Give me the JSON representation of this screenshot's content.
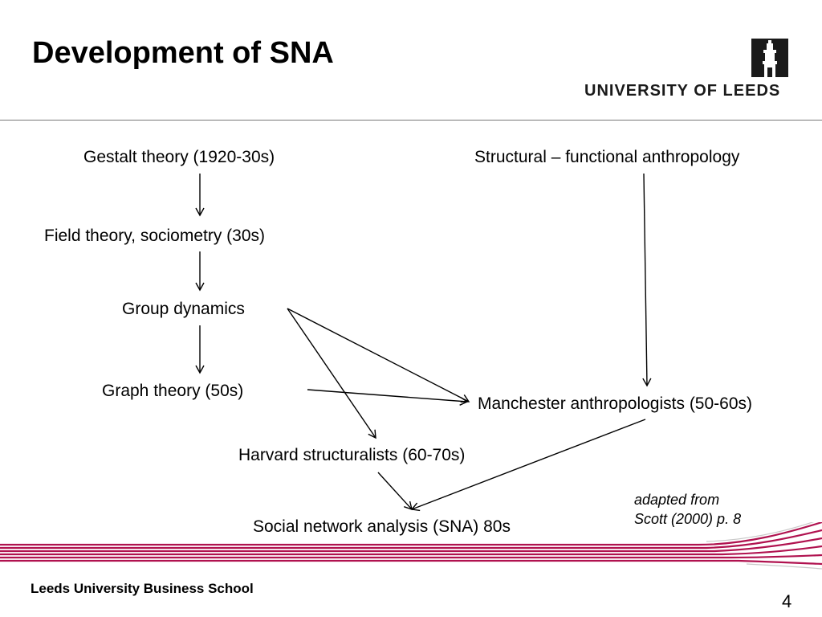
{
  "slide": {
    "title": "Development of SNA",
    "logo_text": "UNIVERSITY OF LEEDS",
    "footer": "Leeds University Business School",
    "page_number": "4"
  },
  "diagram": {
    "nodes": {
      "gestalt": "Gestalt theory (1920-30s)",
      "structural": "Structural – functional anthropology",
      "field": "Field theory, sociometry (30s)",
      "group": "Group dynamics",
      "graph": "Graph theory (50s)",
      "manchester": "Manchester anthropologists (50-60s)",
      "harvard": "Harvard structuralists (60-70s)",
      "sna": "Social network analysis (SNA) 80s"
    },
    "edges": [
      {
        "from": "gestalt",
        "to": "field"
      },
      {
        "from": "field",
        "to": "group"
      },
      {
        "from": "group",
        "to": "graph"
      },
      {
        "from": "group",
        "to": "manchester"
      },
      {
        "from": "group",
        "to": "harvard"
      },
      {
        "from": "graph",
        "to": "manchester"
      },
      {
        "from": "structural",
        "to": "manchester"
      },
      {
        "from": "harvard",
        "to": "sna"
      },
      {
        "from": "manchester",
        "to": "sna"
      }
    ],
    "note": {
      "line1": "adapted from",
      "line2": "Scott (2000) p. 8"
    }
  },
  "colors": {
    "accent": "#b0124f",
    "rule": "#777777"
  }
}
